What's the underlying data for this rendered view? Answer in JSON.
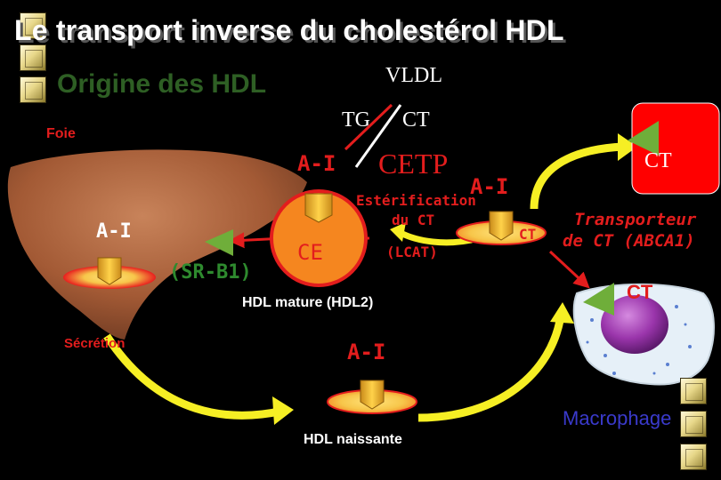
{
  "title": "Le transport inverse du cholestérol HDL",
  "subtitle": "Origine des HDL",
  "liver": {
    "organ_label": "Foie",
    "apo_label": "A-I",
    "secretion_label": "Sécrétion"
  },
  "top": {
    "vldl": "VLDL",
    "tg": "TG",
    "ct": "CT",
    "cetp": "CETP"
  },
  "mature_hdl": {
    "apo_label": "A-I",
    "core_label": "CE",
    "receptor_label": "(SR-B1)",
    "name": "HDL mature (HDL2)"
  },
  "lcat": {
    "line1": "Estérification",
    "line2": "du CT",
    "line3": "(LCAT)"
  },
  "nascent_hdl": {
    "apo_top": "A-I",
    "ct_label": "CT",
    "apo_bottom": "A-I",
    "name": "HDL naissante"
  },
  "transporter": {
    "line1": "Transporteur",
    "line2": "de CT (ABCA1)"
  },
  "cell": {
    "box_ct": "CT",
    "macrophage_ct": "CT",
    "name": "Macrophage"
  },
  "colors": {
    "title": "#ffffff",
    "subtitle": "#2e5f24",
    "accent_red": "#e31d1d",
    "hdl_orange": "#f5861f",
    "liver_brown": "#a35a35",
    "arrow_yellow": "#f6ef24",
    "macrophage_purple": "#8e2c9e"
  }
}
